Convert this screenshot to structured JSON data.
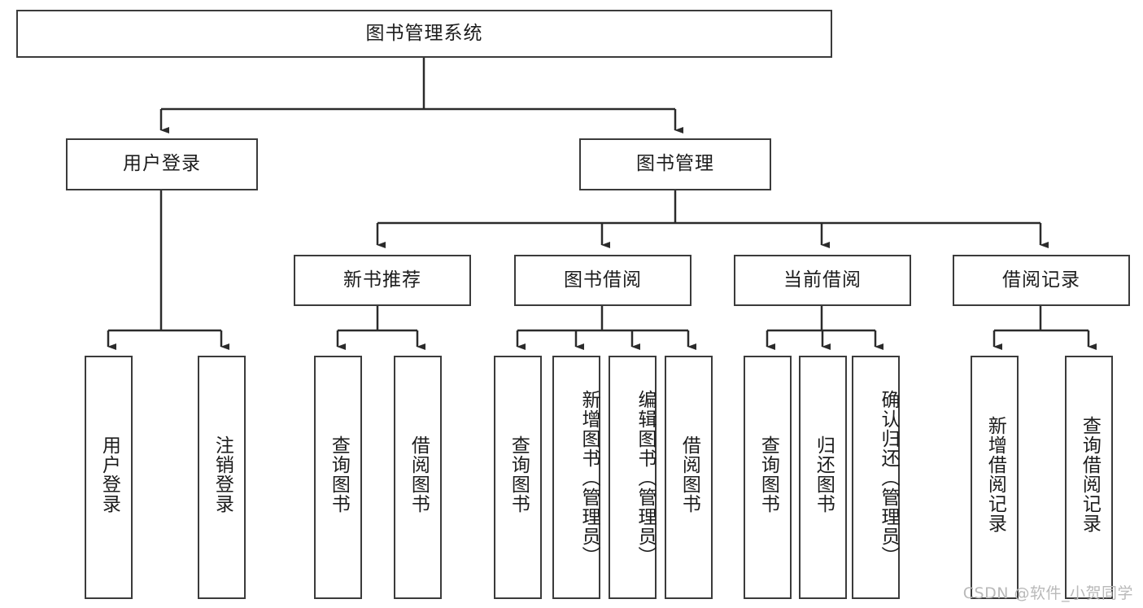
{
  "diagram": {
    "kind": "function-structure-tree",
    "title_node": {
      "label": "图书管理系统"
    },
    "level2": [
      {
        "id": "user-login",
        "label": "用户登录"
      },
      {
        "id": "book-manage",
        "label": "图书管理"
      }
    ],
    "level3": [
      {
        "id": "new-book-recommend",
        "label": "新书推荐"
      },
      {
        "id": "book-borrow",
        "label": "图书借阅"
      },
      {
        "id": "current-borrow",
        "label": "当前借阅"
      },
      {
        "id": "borrow-record",
        "label": "借阅记录"
      }
    ],
    "leaves": {
      "user_login": [
        {
          "id": "leaf-user-login",
          "label": "用户登录"
        },
        {
          "id": "leaf-logout-login",
          "label": "注销登录"
        }
      ],
      "new_book_recommend": [
        {
          "id": "leaf-query-book-1",
          "label": "查询图书"
        },
        {
          "id": "leaf-borrow-book-1",
          "label": "借阅图书"
        }
      ],
      "book_borrow": [
        {
          "id": "leaf-query-book-2",
          "label": "查询图书"
        },
        {
          "id": "leaf-add-book",
          "label": "新增图书（管理员）"
        },
        {
          "id": "leaf-edit-book",
          "label": "编辑图书（管理员）"
        },
        {
          "id": "leaf-borrow-book-2",
          "label": "借阅图书"
        }
      ],
      "current_borrow": [
        {
          "id": "leaf-query-book-3",
          "label": "查询图书"
        },
        {
          "id": "leaf-return-book",
          "label": "归还图书"
        },
        {
          "id": "leaf-confirm-return",
          "label": "确认归还（管理员）"
        }
      ],
      "borrow_record": [
        {
          "id": "leaf-add-record",
          "label": "新增借阅记录"
        },
        {
          "id": "leaf-query-record",
          "label": "查询借阅记录"
        }
      ]
    }
  },
  "watermark": {
    "text": "CSDN @软件_小贺同学"
  },
  "colors": {
    "border": "#3b3b3b",
    "line": "#2b2b2b",
    "text": "#1c1c1c",
    "background": "#ffffff",
    "watermark": "#b9b9b9"
  }
}
